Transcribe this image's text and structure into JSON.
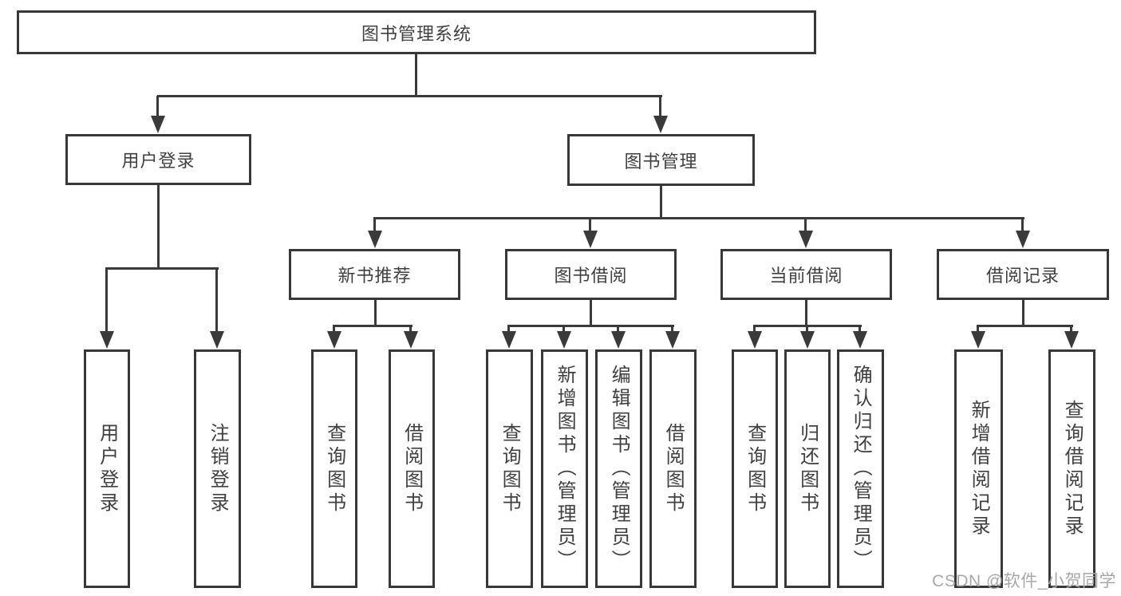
{
  "watermark": "CSDN @软件_小贺同学",
  "tree": {
    "root": {
      "label": "图书管理系统"
    },
    "user_login": {
      "label": "用户登录",
      "children": [
        {
          "label": "用户登录"
        },
        {
          "label": "注销登录"
        }
      ]
    },
    "book_management": {
      "label": "图书管理",
      "sections": {
        "new_book_recommend": {
          "label": "新书推荐",
          "children": [
            {
              "label": "查询图书"
            },
            {
              "label": "借阅图书"
            }
          ]
        },
        "book_borrow": {
          "label": "图书借阅",
          "children": [
            {
              "label": "查询图书"
            },
            {
              "label": "新增图书（管理员）"
            },
            {
              "label": "编辑图书（管理员）"
            },
            {
              "label": "借阅图书"
            }
          ]
        },
        "current_borrow": {
          "label": "当前借阅",
          "children": [
            {
              "label": "查询图书"
            },
            {
              "label": "归还图书"
            },
            {
              "label": "确认归还（管理员）"
            }
          ]
        },
        "borrow_records": {
          "label": "借阅记录",
          "children": [
            {
              "label": "新增借阅记录"
            },
            {
              "label": "查询借阅记录"
            }
          ]
        }
      }
    }
  }
}
